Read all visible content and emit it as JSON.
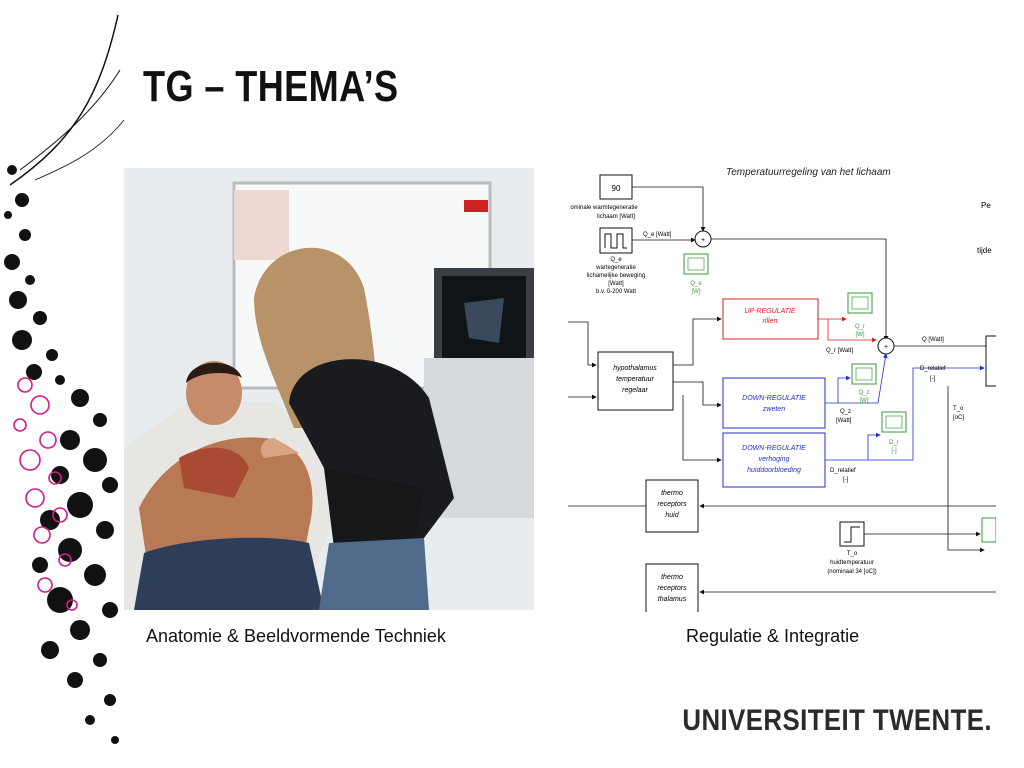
{
  "slide": {
    "title": "TG – THEMA’S",
    "captions": {
      "left": "Anatomie & Beeldvormende Techniek",
      "right": "Regulatie & Integratie"
    },
    "logo": "UNIVERSITEIT TWENTE."
  },
  "diagram": {
    "title": "Temperatuurregeling van het lichaam",
    "constant_value": "90",
    "labels": {
      "nominale": [
        "ominale warmtegeneratie",
        "lichaam [Watt]"
      ],
      "qe_source": [
        "Q_e",
        "wartegeneratie",
        "lichamelijke beweging",
        "[Watt]",
        "b.v. 0-200 Watt"
      ],
      "qe_wire": "Q_e [Watt]",
      "scope_qe": [
        "Q_e",
        "[W]"
      ],
      "scope_qr": [
        "Q_r",
        "[W]"
      ],
      "scope_qz": [
        "Q_z",
        "[W]"
      ],
      "scope_dr": [
        "D_r",
        "[-]"
      ],
      "qr_wire": "Q_r [Watt]",
      "q_wire": "Q [Watt]",
      "drel_wire": [
        "D_relatief",
        "[-]"
      ],
      "qz_wire": [
        "Q_z",
        "[Watt]"
      ],
      "drel_out": [
        "D_relatief",
        "[-]"
      ],
      "to_wire": [
        "T_o",
        "[oC]"
      ],
      "to_source": [
        "T_o",
        "huidtemperatuur",
        "(nominaal 34 [oC])"
      ],
      "pe": "Pe",
      "tijde": "tijde"
    },
    "blocks": {
      "hypothalamus": [
        "hypothalamus",
        "temperatuur",
        "regelaar"
      ],
      "up": [
        "UP-REGULATIE",
        "rillen"
      ],
      "down1": [
        "DOWN-REGULATIE",
        "zweten"
      ],
      "down2": [
        "DOWN-REGULATIE",
        "verhoging",
        "huiddoorbloeding"
      ],
      "thermo_huid": [
        "thermo",
        "receptors",
        "huid"
      ],
      "thermo_thal": [
        "thermo",
        "receptors",
        "thalamus"
      ]
    }
  },
  "colors": {
    "up_regulation": "#d42222",
    "down_regulation": "#2030c8",
    "scope_green": "#3a9a3a",
    "title_text": "#111111",
    "magenta_deco": "#d41a8c"
  }
}
